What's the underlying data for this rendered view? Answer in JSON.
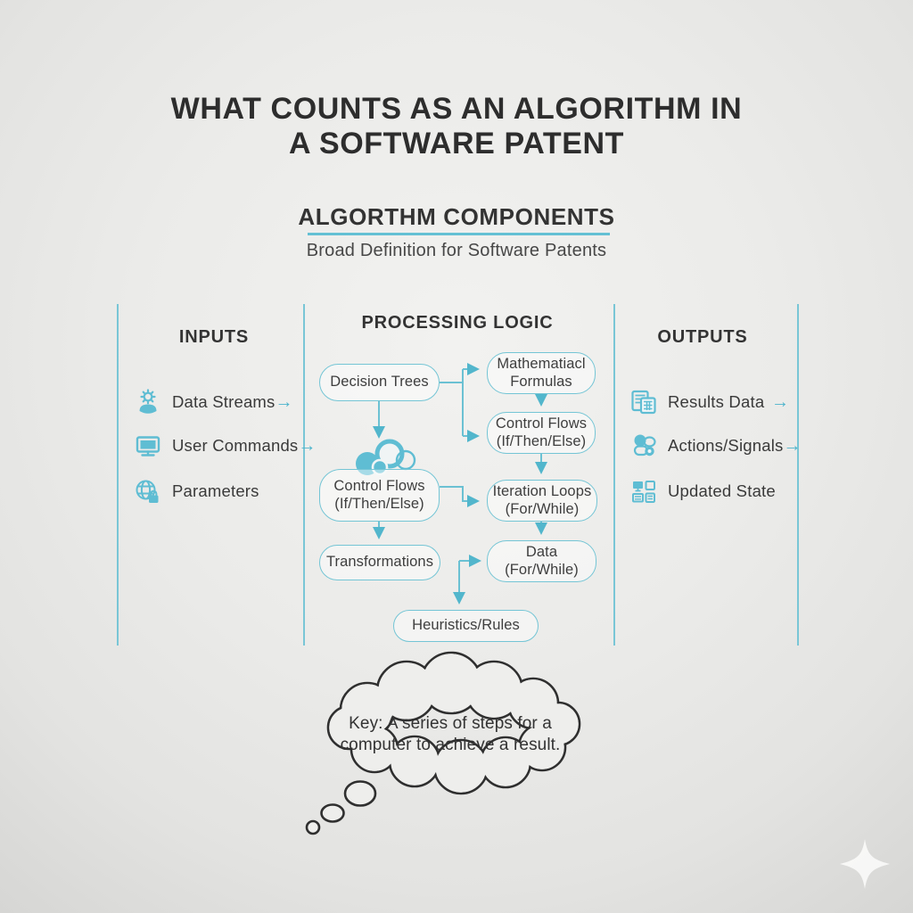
{
  "title": {
    "line1": "WHAT COUNTS AS AN ALGORITHM IN",
    "line2": "A SOFTWARE PATENT"
  },
  "subtitle": {
    "heading": "ALGORTHM COMPONENTS",
    "description": "Broad Definition for Software Patents"
  },
  "columns": {
    "inputs": {
      "header": "INPUTS",
      "items": [
        {
          "label": "Data Streams",
          "icon": "user-gear-icon",
          "arrow": "→"
        },
        {
          "label": "User Commands",
          "icon": "monitor-icon",
          "arrow": "→"
        },
        {
          "label": "Parameters",
          "icon": "globe-lock-icon",
          "arrow": ""
        }
      ]
    },
    "processing": {
      "header": "PROCESSING LOGIC",
      "nodes": {
        "decision_trees": {
          "line1": "Decision Trees",
          "line2": ""
        },
        "math_formulas": {
          "line1": "Mathematiacl",
          "line2": "Formulas"
        },
        "control_flows_right": {
          "line1": "Control Flows",
          "line2": "(If/Then/Else)"
        },
        "control_flows_left": {
          "line1": "Control Flows",
          "line2": "(If/Then/Else)"
        },
        "iteration_loops": {
          "line1": "Iteration Loops",
          "line2": "(For/While)"
        },
        "transformations": {
          "line1": "Transformations",
          "line2": ""
        },
        "data_loop": {
          "line1": "Data",
          "line2": "(For/While)"
        },
        "heuristics": {
          "line1": "Heuristics/Rules",
          "line2": ""
        }
      }
    },
    "outputs": {
      "header": "OUTPUTS",
      "items": [
        {
          "label": "Results Data",
          "icon": "report-window-icon",
          "arrow": "→"
        },
        {
          "label": "Actions/Signals",
          "icon": "signal-bubbles-icon",
          "arrow": "→"
        },
        {
          "label": "Updated State",
          "icon": "devices-grid-icon",
          "arrow": ""
        }
      ]
    }
  },
  "thought_bubble": {
    "line1": "Key: A series of steps for a",
    "line2": "computer to achieve a result."
  },
  "colors": {
    "accent_teal": "#64c0d4",
    "arrow_teal": "#52b6cc",
    "text_dark": "#333333",
    "background": "#ebebe9",
    "bubble_outline": "#2f2f2f"
  }
}
